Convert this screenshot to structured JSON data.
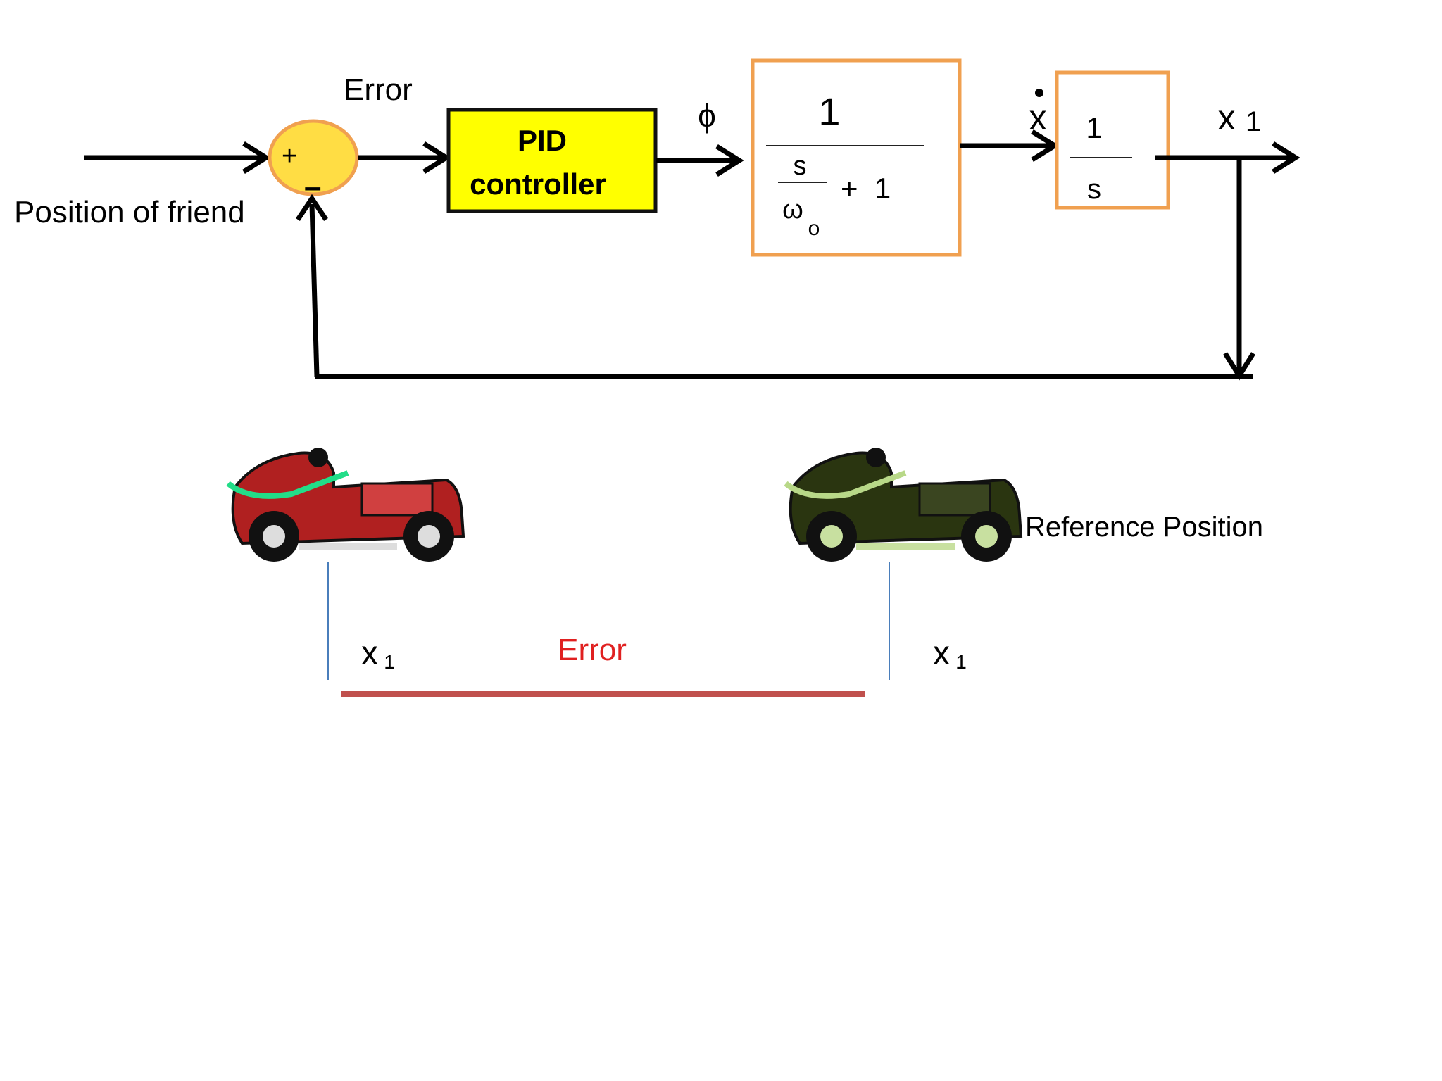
{
  "diagram": {
    "input_label": "Position of friend",
    "summing_plus": "+",
    "summing_minus": "–",
    "error_label": "Error",
    "controller": {
      "line1": "PID",
      "line2": "controller"
    },
    "controller_color": "#ffff00",
    "block_border_color": "#f0a050",
    "phi_label": "ϕ",
    "plant": {
      "numerator": "1",
      "s": "s",
      "omega": "ω",
      "omega_sub": "o",
      "plus_one": "+  1"
    },
    "xdot_label": "x",
    "integrator": {
      "numerator": "1",
      "denominator": "s"
    },
    "output_label": "x",
    "output_sub": "1"
  },
  "illustration": {
    "car_red_color": "#b02020",
    "car_dark_color": "#2a3510",
    "reference_label": "Reference Position",
    "x1_left": "x",
    "x1_left_sub": "1",
    "x1_right": "x",
    "x1_right_sub": "1",
    "error_label": "Error",
    "error_color": "#e02020",
    "error_bar_color": "#c0504d"
  }
}
